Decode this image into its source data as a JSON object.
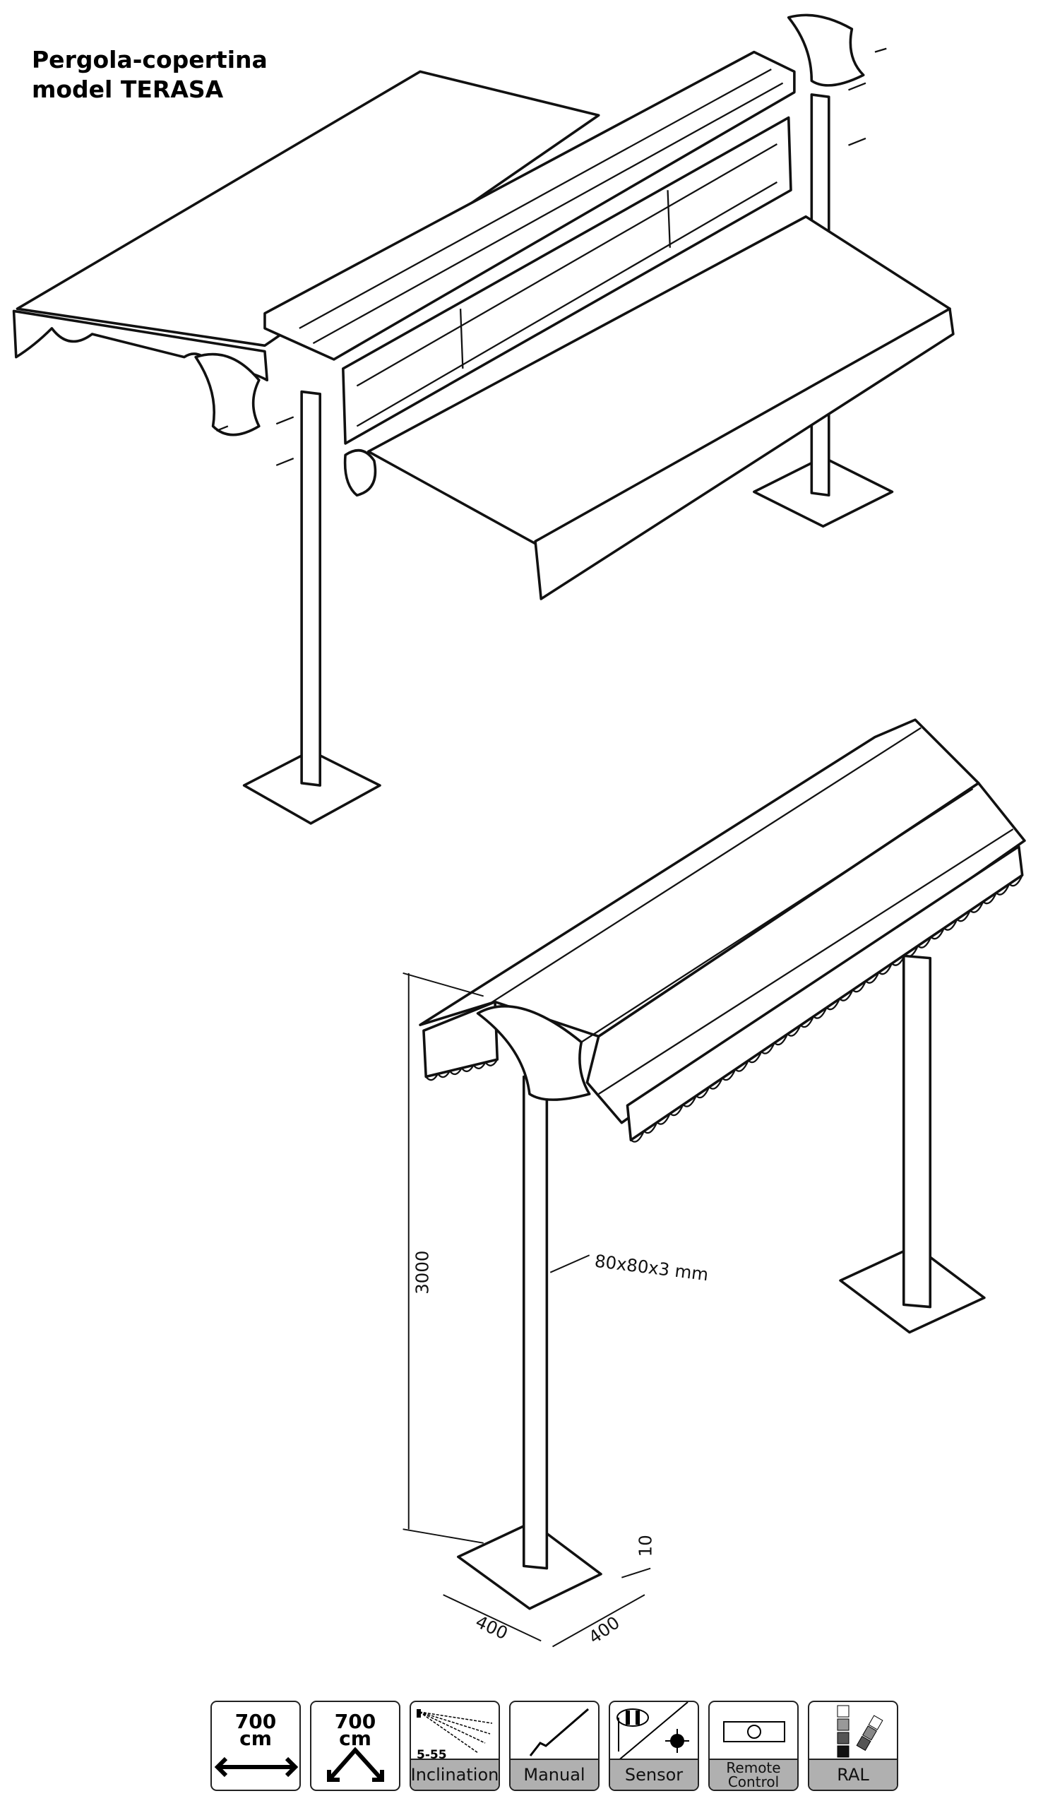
{
  "title": {
    "line1": "Pergola-copertina",
    "line2": "model TERASA"
  },
  "dimensions": {
    "height": "3000",
    "post_profile": "80x80x3 mm",
    "plate_width": "400",
    "plate_depth": "400",
    "plate_thickness": "10"
  },
  "features": [
    {
      "value": "700",
      "unit": "cm",
      "icon": "width-arrow-icon"
    },
    {
      "value": "700",
      "unit": "cm",
      "icon": "projection-arrow-icon"
    },
    {
      "range": "5-55",
      "label": "Inclination",
      "icon": "inclination-icon"
    },
    {
      "label": "Manual",
      "icon": "crank-handle-icon"
    },
    {
      "label": "Sensor",
      "icon": "wind-sun-sensor-icon"
    },
    {
      "label_line1": "Remote",
      "label_line2": "Control",
      "icon": "remote-control-icon"
    },
    {
      "label": "RAL",
      "icon": "color-swatches-icon"
    }
  ]
}
